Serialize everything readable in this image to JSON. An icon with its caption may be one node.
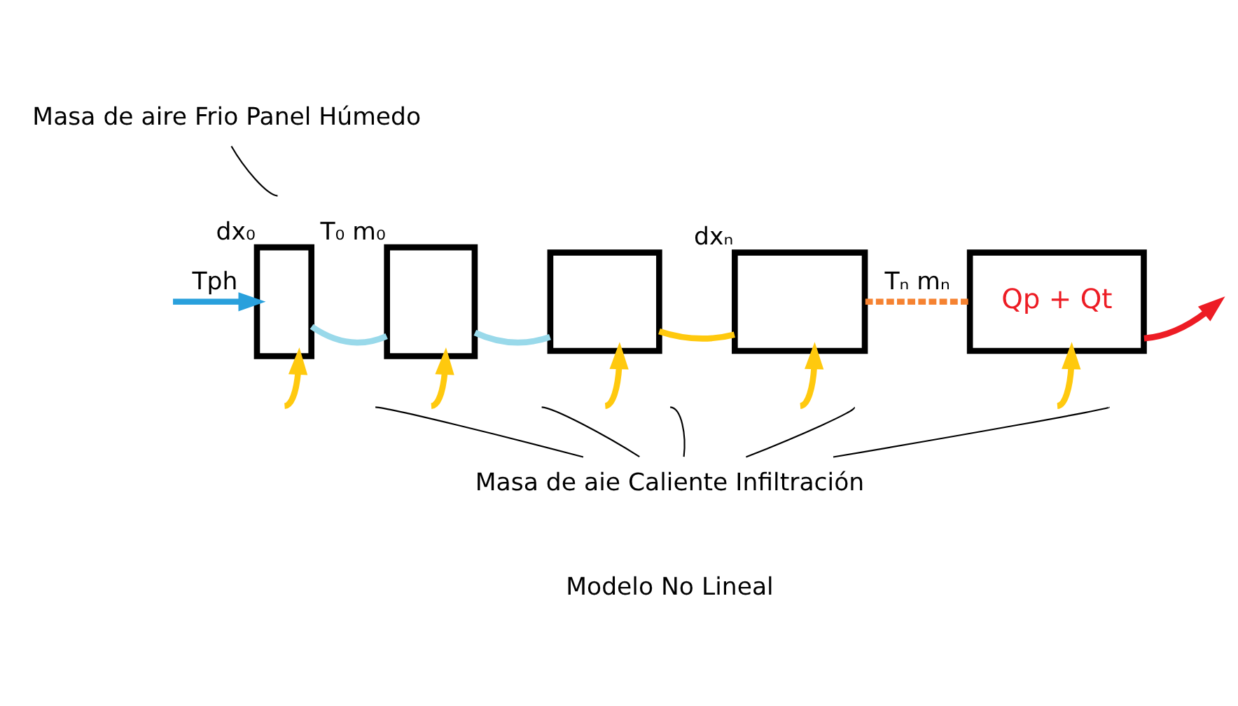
{
  "diagram": {
    "nodes": [
      {
        "text": [
          "Masa de aire Frio Panel Húmedo"
        ]
      },
      {
        "text": [],
        "shape": "box",
        "beside": [
          "dx₀"
        ]
      },
      {
        "text": [],
        "shape": "box",
        "beside": [
          "T₀ m₀"
        ]
      },
      {
        "text": [],
        "shape": "box"
      },
      {
        "text": [],
        "shape": "box",
        "beside": [
          "dxₙ"
        ]
      },
      {
        "text": [
          "Qp + Qt"
        ]
      },
      {
        "text": [
          "Masa de aie Caliente Infiltración"
        ]
      }
    ],
    "edges": [
      {
        "from": null,
        "to": 1,
        "arrow": "to",
        "label": "Tph",
        "color": "#29a0dc"
      },
      {
        "from": 1,
        "to": 2,
        "arrow": "none",
        "color": "#99d9ea"
      },
      {
        "from": 2,
        "to": 3,
        "arrow": "none",
        "color": "#99d9ea"
      },
      {
        "from": 3,
        "to": 4,
        "arrow": "none",
        "color": "#ffc90e"
      },
      {
        "from": 4,
        "to": 5,
        "arrow": "none",
        "label": "Tₙ mₙ",
        "style": "dashed",
        "color": "#f58231"
      },
      {
        "from": 5,
        "to": null,
        "arrow": "to",
        "color": "#ed1c24"
      },
      {
        "from": null,
        "to": 1,
        "arrow": "to",
        "color": "#ffc90e"
      },
      {
        "from": null,
        "to": 2,
        "arrow": "to",
        "color": "#ffc90e"
      },
      {
        "from": null,
        "to": 3,
        "arrow": "to",
        "color": "#ffc90e"
      },
      {
        "from": null,
        "to": 4,
        "arrow": "to",
        "color": "#ffc90e"
      },
      {
        "from": null,
        "to": 5,
        "arrow": "to",
        "color": "#ffc90e"
      },
      {
        "from": 0,
        "to": null,
        "arrow": "none",
        "color": "#000000"
      },
      {
        "from": 6,
        "to": null,
        "arrow": "none",
        "color": "#000000"
      },
      {
        "from": 6,
        "to": null,
        "arrow": "none",
        "color": "#000000"
      },
      {
        "from": 6,
        "to": null,
        "arrow": "none",
        "color": "#000000"
      },
      {
        "from": 6,
        "to": null,
        "arrow": "none",
        "color": "#000000"
      },
      {
        "from": 6,
        "to": null,
        "arrow": "none",
        "color": "#000000"
      }
    ],
    "labels": [
      "Modelo No Lineal"
    ]
  }
}
